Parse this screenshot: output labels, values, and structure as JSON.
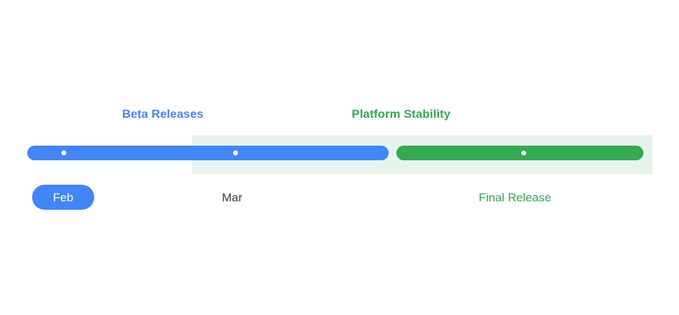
{
  "timeline": {
    "phases": [
      {
        "id": "beta",
        "label": "Beta Releases",
        "color": "#4285f4"
      },
      {
        "id": "stability",
        "label": "Platform Stability",
        "color": "#34a853"
      }
    ],
    "milestones": [
      {
        "id": "feb",
        "label": "Feb",
        "style": "pill",
        "color": "#4285f4"
      },
      {
        "id": "mar",
        "label": "Mar",
        "style": "plain",
        "color": "#3c4043"
      },
      {
        "id": "final",
        "label": "Final Release",
        "style": "plain",
        "color": "#34a853"
      }
    ],
    "colors": {
      "beta_bar": "#4285f4",
      "stability_bar": "#34a853",
      "stability_band": "#e6f4ea",
      "dot": "#ffffff",
      "background": "#ffffff"
    }
  }
}
